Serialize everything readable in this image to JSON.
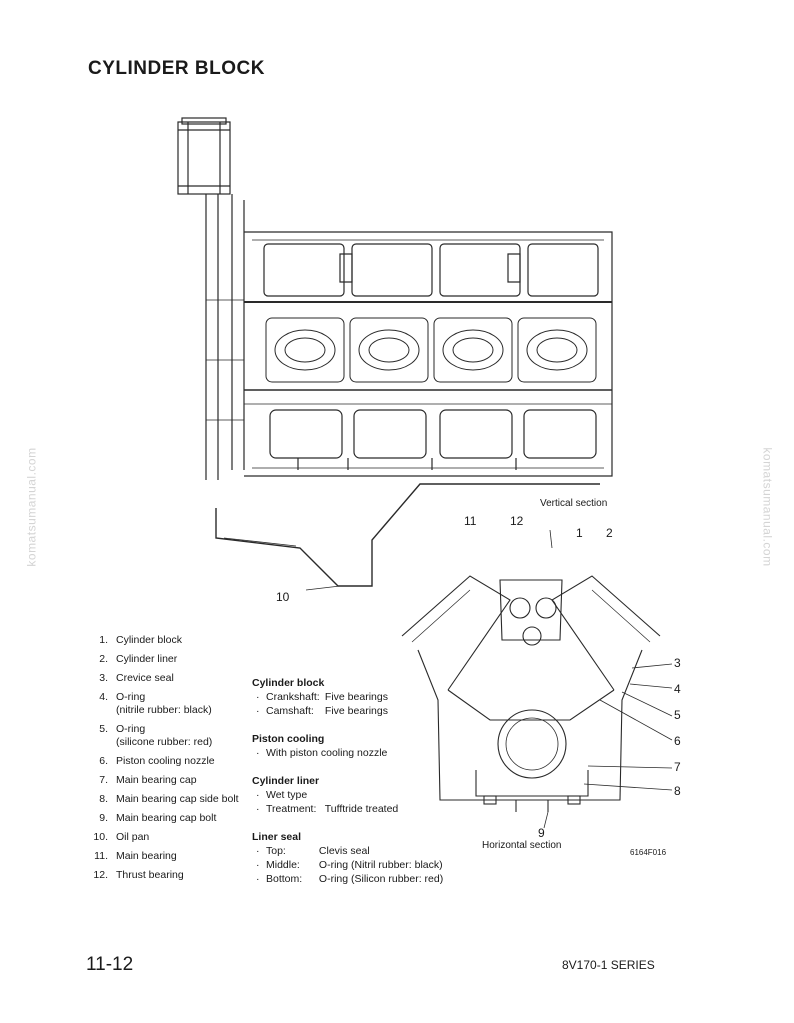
{
  "title": "CYLINDER BLOCK",
  "watermark": "komatsumanual.com",
  "figure": {
    "vertical_label": "Vertical section",
    "horizontal_label": "Horizontal section",
    "figure_code": "6164F016",
    "callouts": {
      "c1": "1",
      "c2": "2",
      "c3": "3",
      "c4": "4",
      "c5": "5",
      "c6": "6",
      "c7": "7",
      "c8": "8",
      "c9": "9",
      "c10": "10",
      "c11": "11",
      "c12": "12"
    }
  },
  "parts": [
    {
      "num": "1.",
      "name": "Cylinder block"
    },
    {
      "num": "2.",
      "name": "Cylinder liner"
    },
    {
      "num": "3.",
      "name": "Crevice seal"
    },
    {
      "num": "4.",
      "name": "O-ring",
      "sub": "(nitrile rubber: black)"
    },
    {
      "num": "5.",
      "name": "O-ring",
      "sub": "(silicone rubber: red)"
    },
    {
      "num": "6.",
      "name": "Piston cooling nozzle"
    },
    {
      "num": "7.",
      "name": "Main bearing cap"
    },
    {
      "num": "8.",
      "name": "Main bearing cap side bolt"
    },
    {
      "num": "9.",
      "name": "Main bearing cap bolt"
    },
    {
      "num": "10.",
      "name": "Oil pan"
    },
    {
      "num": "11.",
      "name": "Main bearing"
    },
    {
      "num": "12.",
      "name": "Thrust bearing"
    }
  ],
  "specs": {
    "block": {
      "heading": "Cylinder block",
      "lines": [
        {
          "k": "Crankshaft:",
          "v": "Five bearings"
        },
        {
          "k": "Camshaft:",
          "v": "Five bearings"
        }
      ]
    },
    "piston": {
      "heading": "Piston cooling",
      "line": "With piston cooling nozzle"
    },
    "liner": {
      "heading": "Cylinder liner",
      "lines": [
        {
          "k": "Wet type",
          "v": ""
        },
        {
          "k": "Treatment:",
          "v": "Tufftride treated"
        }
      ]
    },
    "seal": {
      "heading": "Liner seal",
      "lines": [
        {
          "k": "Top:",
          "v": "Clevis seal"
        },
        {
          "k": "Middle:",
          "v": "O-ring (Nitril rubber: black)"
        },
        {
          "k": "Bottom:",
          "v": "O-ring (Silicon rubber: red)"
        }
      ]
    }
  },
  "footer": {
    "page": "11-12",
    "series": "8V170-1 SERIES"
  }
}
